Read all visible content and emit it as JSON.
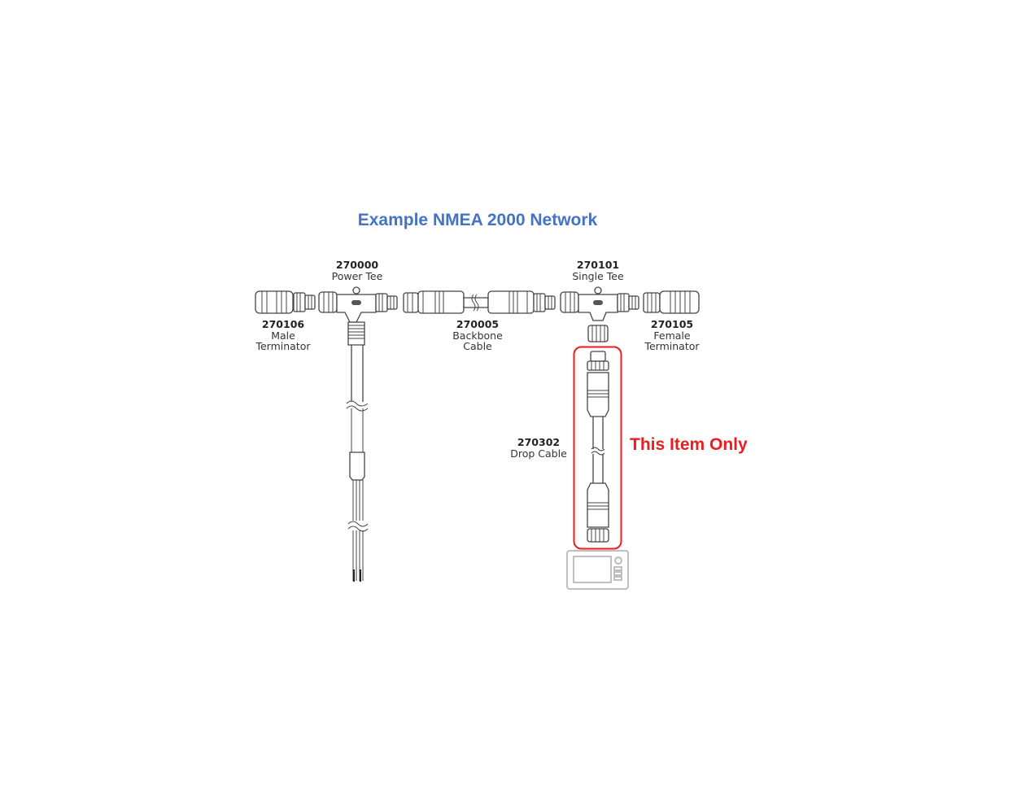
{
  "title": "Example NMEA 2000 Network",
  "components": [
    {
      "part": "270106",
      "name_line1": "Male",
      "name_line2": "Terminator"
    },
    {
      "part": "270000",
      "name_line1": "Power Tee"
    },
    {
      "part": "270005",
      "name_line1": "Backbone",
      "name_line2": "Cable"
    },
    {
      "part": "270101",
      "name_line1": "Single Tee"
    },
    {
      "part": "270105",
      "name_line1": "Female",
      "name_line2": "Terminator"
    },
    {
      "part": "270302",
      "name_line1": "Drop Cable"
    }
  ],
  "highlight_note": "This Item Only",
  "colors": {
    "title": "#4472C4",
    "highlight": "#EE1C1C"
  }
}
